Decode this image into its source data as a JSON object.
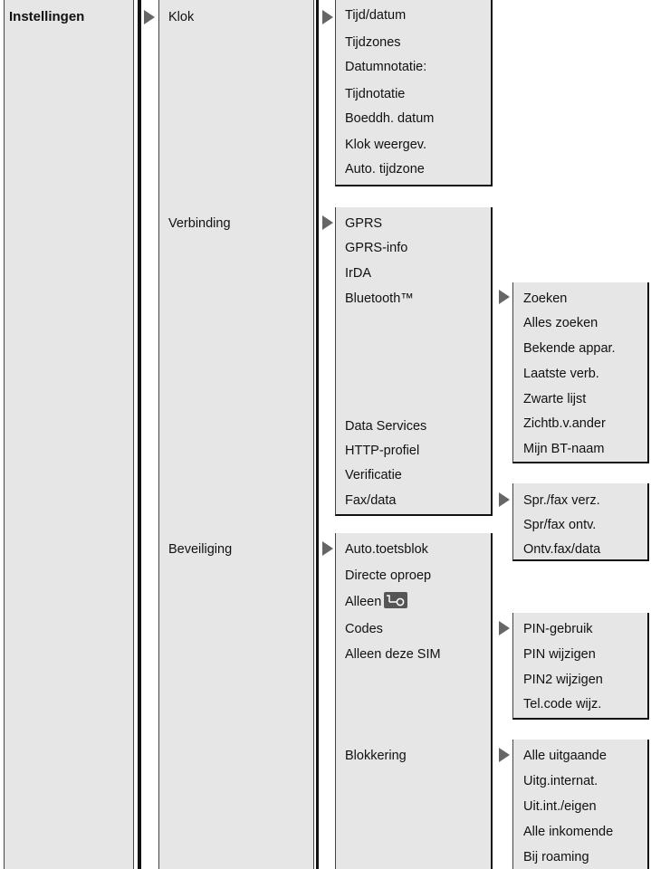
{
  "root": {
    "label": "Instellingen"
  },
  "level1": [
    "Klok",
    "Verbinding",
    "Beveiliging"
  ],
  "klok": [
    "Tijd/datum",
    "Tijdzones",
    "Datumnotatie:",
    "Tijdnotatie",
    "Boeddh. datum",
    "Klok weergev.",
    "Auto. tijdzone"
  ],
  "verbinding": [
    "GPRS",
    "GPRS-info",
    "IrDA",
    "Bluetooth™",
    "Data Services",
    "HTTP-profiel",
    "Verificatie",
    "Fax/data"
  ],
  "bluetooth": [
    "Zoeken",
    "Alles zoeken",
    "Bekende appar.",
    "Laatste verb.",
    "Zwarte lijst",
    "Zichtb.v.ander",
    "Mijn BT-naam"
  ],
  "faxdata": [
    "Spr./fax verz.",
    "Spr/fax ontv.",
    "Ontv.fax/data"
  ],
  "beveiliging": [
    "Auto.toetsblok",
    "Directe oproep",
    "Alleen",
    "Codes",
    "Alleen deze SIM",
    "Blokkering"
  ],
  "codes": [
    "PIN-gebruik",
    "PIN wijzigen",
    "PIN2 wijzigen",
    "Tel.code wijz."
  ],
  "blokkering": [
    "Alle uitgaande",
    "Uitg.internat.",
    "Uit.int./eigen",
    "Alle inkomende",
    "Bij roaming"
  ],
  "icons": {
    "submenu_arrow": "triangle-right-icon",
    "key": "key-icon"
  }
}
